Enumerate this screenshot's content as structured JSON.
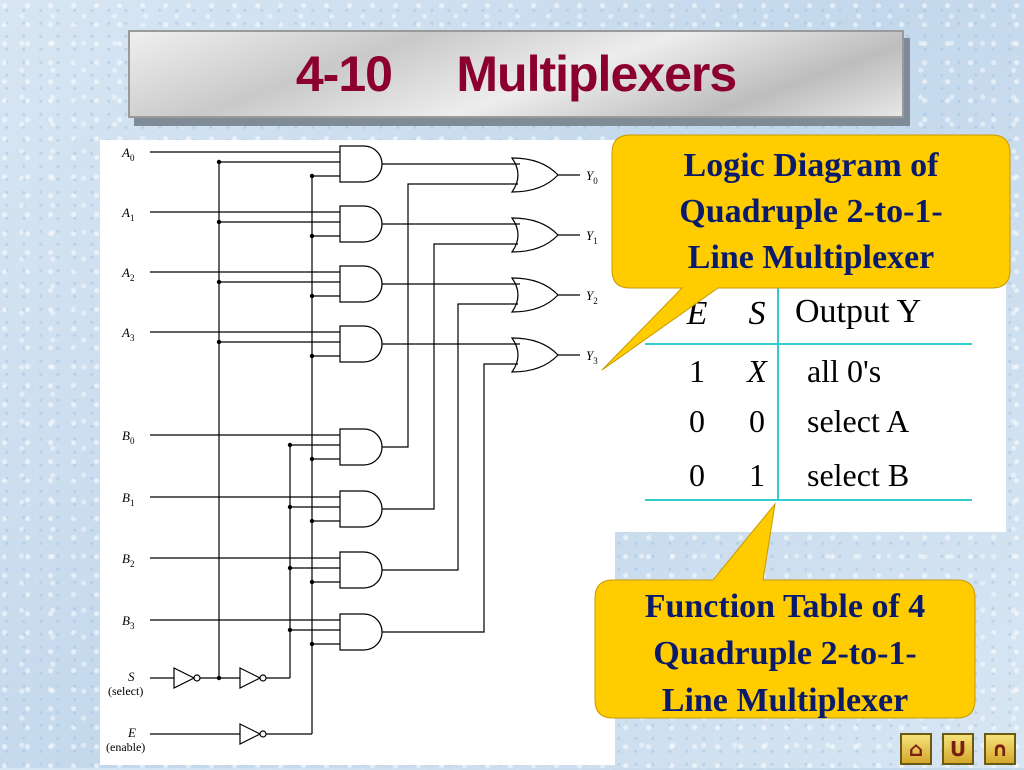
{
  "slide": {
    "title": "4-10     Multiplexers"
  },
  "callouts": {
    "logic": {
      "lines": [
        "Logic Diagram of",
        "Quadruple 2-to-1-",
        "Line Multiplexer"
      ]
    },
    "table": {
      "lines": [
        "Function Table of 4",
        "Quadruple 2-to-1-",
        "Line Multiplexer"
      ]
    }
  },
  "function_table": {
    "headers": [
      "E",
      "S",
      "Output Y"
    ],
    "rows": [
      [
        "1",
        "X",
        "all 0's"
      ],
      [
        "0",
        "0",
        "select A"
      ],
      [
        "0",
        "1",
        "select B"
      ]
    ]
  },
  "diagram": {
    "inputs_a": [
      "A0",
      "A1",
      "A2",
      "A3"
    ],
    "inputs_b": [
      "B0",
      "B1",
      "B2",
      "B3"
    ],
    "outputs": [
      "Y0",
      "Y1",
      "Y2",
      "Y3"
    ],
    "select_label": "S",
    "select_note": "(select)",
    "enable_label": "E",
    "enable_note": "(enable)"
  },
  "nav": {
    "icons": [
      "home-icon",
      "return-icon",
      "back-icon"
    ],
    "glyphs": [
      "⌂",
      "U",
      "∩"
    ]
  },
  "colors": {
    "title": "#8b0030",
    "callout_fill": "#ffcc00",
    "callout_text": "#0a1b6b",
    "table_rule": "#33cccc"
  }
}
